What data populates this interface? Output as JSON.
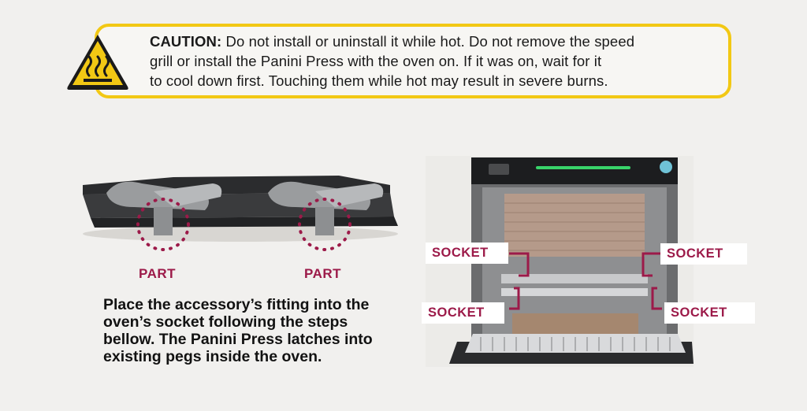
{
  "caution": {
    "heading": "CAUTION:",
    "lines": [
      "Do not install or uninstall it while hot. Do not remove the speed",
      "grill or install the Panini Press with the oven on. If it was on, wait for it",
      "to cool down first. Touching them while hot may result in severe burns."
    ],
    "icon": "hot-surface-warning-icon",
    "border_color": "#f2c814"
  },
  "parts": {
    "left_label": "PART",
    "right_label": "PART",
    "marker_color": "#9c1a49"
  },
  "instructions": {
    "lines": [
      "Place the accessory’s fitting into the",
      "oven’s socket following the steps",
      "bellow. The Panini Press latches into",
      "existing pegs inside the oven."
    ]
  },
  "sockets": {
    "top_left": "SOCKET",
    "top_right": "SOCKET",
    "bottom_left": "SOCKET",
    "bottom_right": "SOCKET",
    "label_color": "#9c1a49"
  }
}
